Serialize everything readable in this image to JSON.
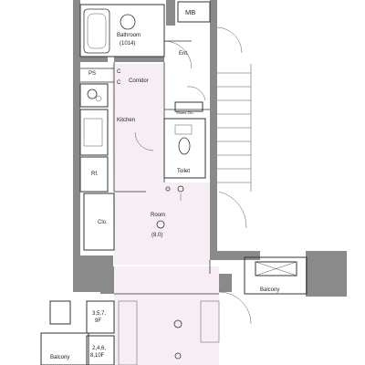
{
  "rooms": {
    "mb": "MB",
    "bathroom": "Bathroom",
    "bathroom_size": "(1014)",
    "entrance": "Ent.",
    "ps": "PS",
    "c1": "C",
    "c2": "C",
    "corridor": "Corridor",
    "kitchen": "Kitchen",
    "refrigerator": "Rf.",
    "toilet": "Toilet",
    "closet": "Clo.",
    "room": "Room",
    "room_size": "(8.0)",
    "balcony_right": "Balcony",
    "balcony_left": "Balcony",
    "shoes": "Shoes Clo.",
    "floors_a": "3,5,7,",
    "floors_a2": "9F",
    "floors_b": "2,4,6,",
    "floors_b2": "8,10F"
  },
  "colors": {
    "wall": "#8a8a8a",
    "room_tint": "#f6eef4",
    "line": "#333333"
  }
}
